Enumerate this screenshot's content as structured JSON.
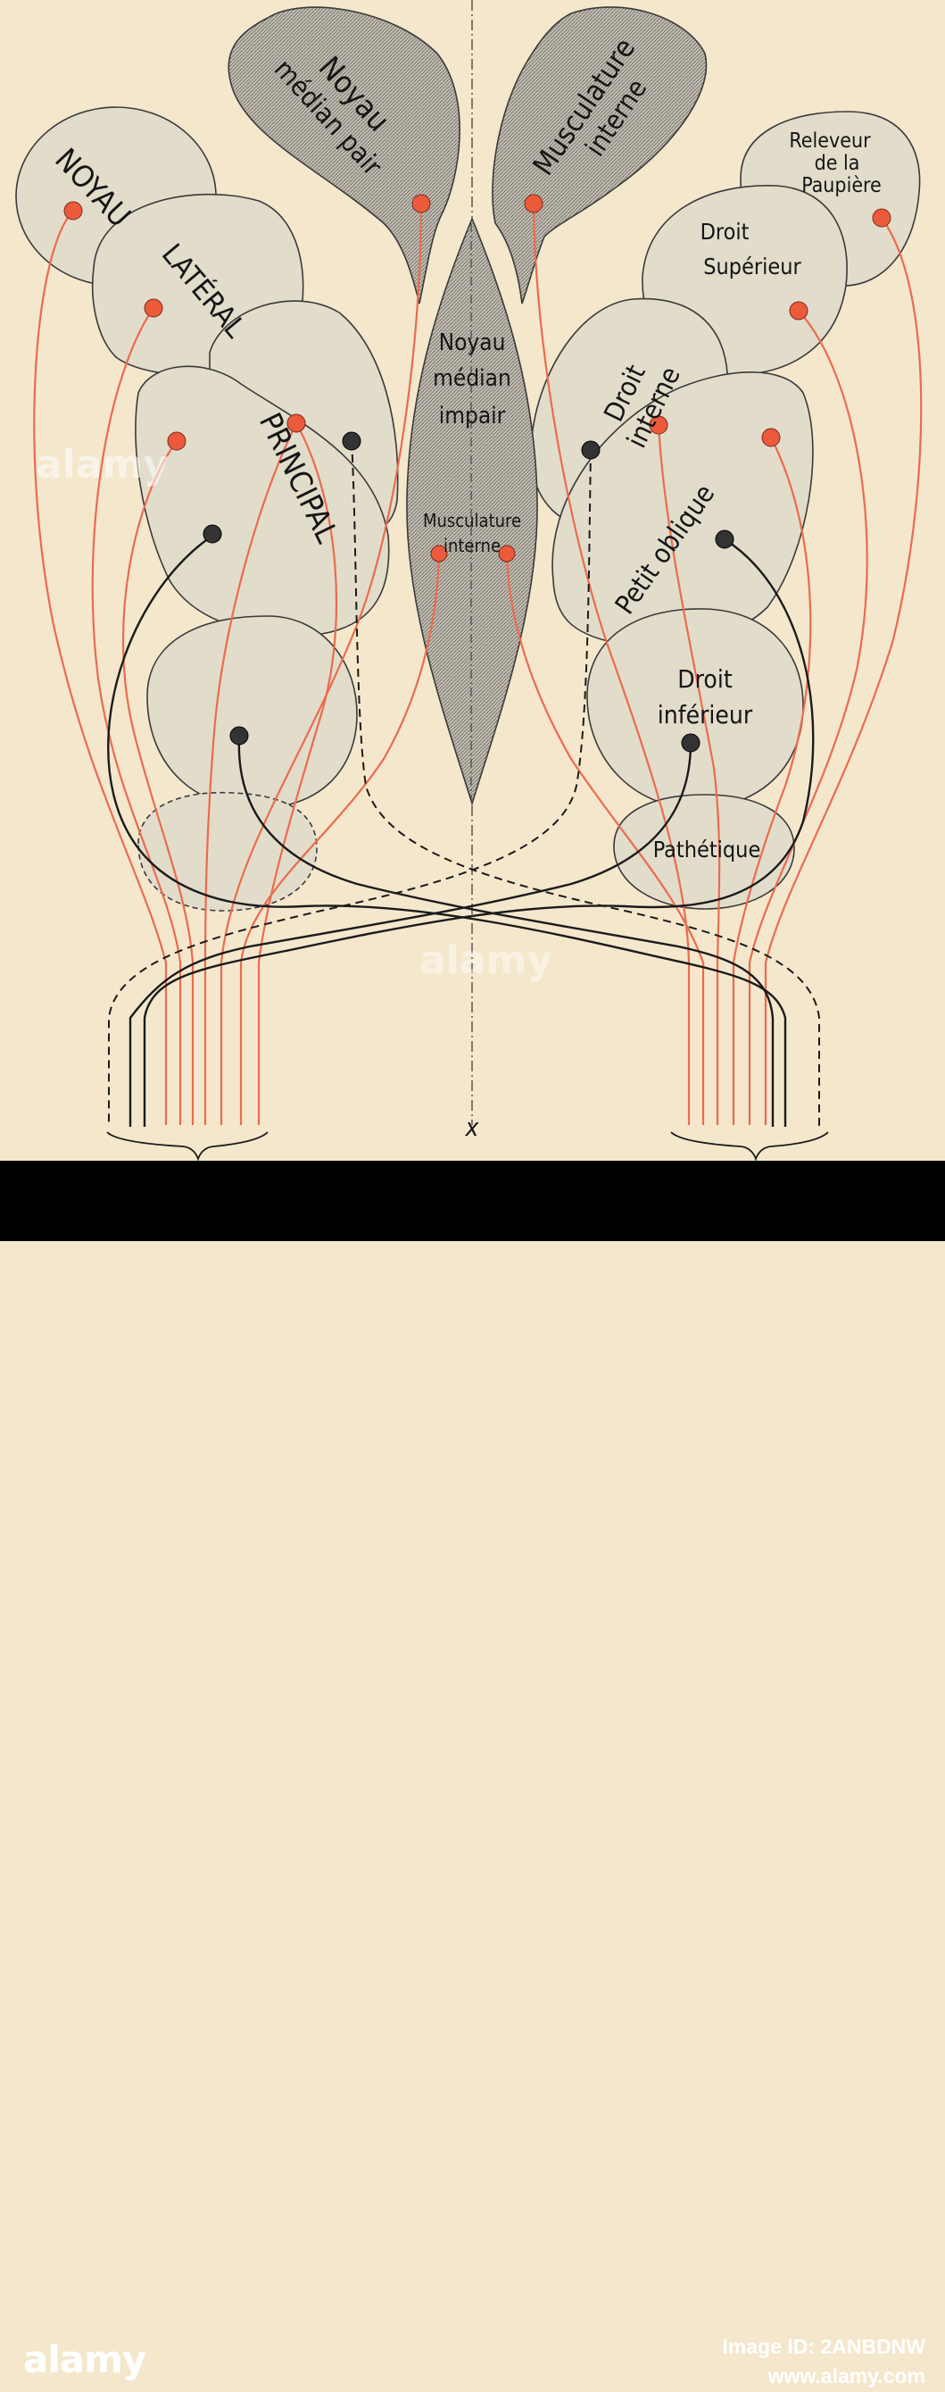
{
  "labels": {
    "noyau_median_pair": [
      "Noyau",
      "médian pair"
    ],
    "musculature_interne_top": [
      "Musculature",
      "interne"
    ],
    "releveur": [
      "Releveur",
      "de la",
      "Paupière"
    ],
    "droit_superieur": [
      "Droit",
      "Supérieur"
    ],
    "noyau_lateral_principal": {
      "w1": "NOYAU",
      "w2": "LATÉRAL",
      "w3": "PRINCIPAL"
    },
    "noyau_median_impair": [
      "Noyau",
      "médian",
      "impair"
    ],
    "musculature_interne_center": [
      "Musculature",
      "interne"
    ],
    "droit_interne": [
      "Droit",
      "interne"
    ],
    "petit_oblique": "Petit oblique",
    "droit_inferieur": [
      "Droit",
      "inférieur"
    ],
    "pathetique": "Pathétique",
    "midline_symbol": "x"
  },
  "colors": {
    "background": "#f4e7cc",
    "lobe_fill": "#e2dccb",
    "dark_lobe_fill": "#b3afa4",
    "red_fiber": "#ec6b4e",
    "black_fiber": "#1b1b1b"
  },
  "watermark": {
    "brand": "alamy",
    "image_id": "Image ID: 2ANBDNW",
    "site": "www.alamy.com"
  }
}
